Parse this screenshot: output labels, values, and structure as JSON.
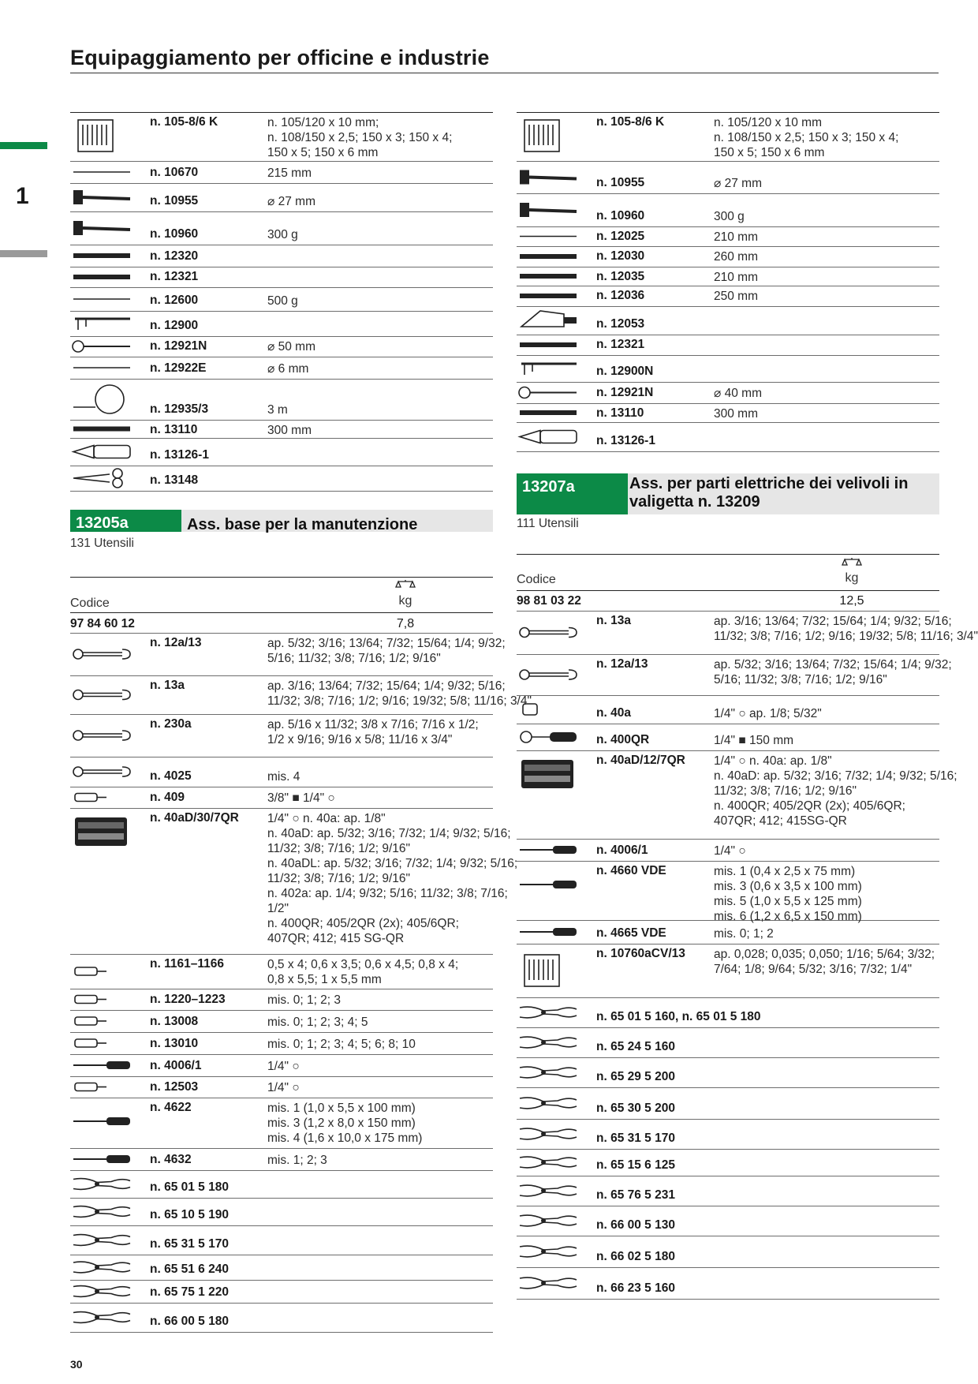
{
  "header": {
    "title": "Equipaggiamento per officine e industrie",
    "chapter": "1"
  },
  "left": {
    "top_items": [
      {
        "code": "n. 105-8/6 K",
        "desc": [
          "n. 105/120 x 10 mm;",
          "n. 108/150 x 2,5; 150 x 3; 150 x 4;",
          "150 x 5; 150 x 6 mm"
        ],
        "icon": "hex-key-set-icon"
      },
      {
        "code": "n. 10670",
        "desc": [
          "215 mm"
        ],
        "icon": "pin-punch-icon"
      },
      {
        "code": "n. 10955",
        "desc": [
          "⌀ 27 mm"
        ],
        "icon": "mallet-icon"
      },
      {
        "code": "n. 10960",
        "desc": [
          "300 g"
        ],
        "icon": "hammer-icon"
      },
      {
        "code": "n. 12320",
        "desc": [
          ""
        ],
        "icon": "file-icon"
      },
      {
        "code": "n. 12321",
        "desc": [
          ""
        ],
        "icon": "file-handle-icon"
      },
      {
        "code": "n. 12600",
        "desc": [
          "500 g"
        ],
        "icon": "pry-bar-icon"
      },
      {
        "code": "n. 12900",
        "desc": [
          ""
        ],
        "icon": "caliper-icon"
      },
      {
        "code": "n. 12921N",
        "desc": [
          "⌀ 50 mm"
        ],
        "icon": "inspection-mirror-icon"
      },
      {
        "code": "n. 12922E",
        "desc": [
          "⌀ 6 mm"
        ],
        "icon": "magnetic-pickup-icon"
      },
      {
        "code": "n. 12935/3",
        "desc": [
          "3 m"
        ],
        "icon": "tape-measure-icon"
      },
      {
        "code": "n. 13110",
        "desc": [
          "300 mm"
        ],
        "icon": "ruler-icon"
      },
      {
        "code": "n. 13126-1",
        "desc": [
          ""
        ],
        "icon": "knife-icon"
      },
      {
        "code": "n. 13148",
        "desc": [
          ""
        ],
        "icon": "scissors-icon"
      }
    ],
    "set": {
      "number": "13205a",
      "name": [
        "Ass. base per la manutenzione"
      ],
      "count": "131 Utensili",
      "code_label": "Codice",
      "kg_label": "kg",
      "order_code": "97 84 60 12",
      "weight": "7,8"
    },
    "items": [
      {
        "code": "n. 12a/13",
        "desc": [
          "ap. 5/32; 3/16; 13/64; 7/32; 15/64; 1/4; 9/32;",
          "5/16; 11/32; 3/8; 7/16; 1/2; 9/16\""
        ],
        "icon": "open-end-wrench-icon"
      },
      {
        "code": "n. 13a",
        "desc": [
          "ap. 3/16; 13/64; 7/32; 15/64; 1/4; 9/32; 5/16;",
          "11/32; 3/8; 7/16; 1/2; 9/16; 19/32; 5/8; 11/16; 3/4\""
        ],
        "icon": "combination-wrench-icon"
      },
      {
        "code": "n. 230a",
        "desc": [
          "ap. 5/16 x 11/32; 3/8 x 7/16; 7/16 x 1/2;",
          "1/2 x 9/16; 9/16 x 5/8; 11/16 x 3/4\""
        ],
        "icon": "ring-wrench-icon"
      },
      {
        "code": "n. 4025",
        "desc": [
          "mis. 4"
        ],
        "icon": "adjustable-wrench-icon"
      },
      {
        "code": "n. 409",
        "desc": [
          "3/8\" ■ 1/4\" ○"
        ],
        "icon": "adapter-icon"
      },
      {
        "code": "n. 40aD/30/7QR",
        "desc": [
          "1/4\" ○ n. 40a: ap. 1/8\"",
          "n. 40aD: ap. 5/32; 3/16; 7/32; 1/4; 9/32; 5/16;",
          "11/32; 3/8; 7/16; 1/2; 9/16\"",
          "n. 40aDL: ap. 5/32; 3/16; 7/32; 1/4; 9/32; 5/16;",
          "11/32; 3/8; 7/16; 1/2; 9/16\"",
          "n. 402a: ap. 1/4; 9/32; 5/16; 11/32; 3/8; 7/16;",
          "1/2\"",
          "n. 400QR; 405/2QR (2x); 405/6QR;",
          "407QR; 412; 415 SG-QR"
        ],
        "icon": "socket-case-icon"
      },
      {
        "code": "n. 1161–1166",
        "desc": [
          "0,5 x 4; 0,6 x 3,5; 0,6 x 4,5; 0,8 x 4;",
          "0,8 x 5,5; 1 x 5,5 mm"
        ],
        "icon": "bit-icon"
      },
      {
        "code": "n. 1220–1223",
        "desc": [
          "mis. 0; 1; 2; 3"
        ],
        "icon": "phillips-bit-icon"
      },
      {
        "code": "n. 13008",
        "desc": [
          "mis. 0; 1; 2; 3; 4; 5"
        ],
        "icon": "torx-bit-icon"
      },
      {
        "code": "n. 13010",
        "desc": [
          "mis. 0; 1; 2; 3; 4; 5; 6; 8; 10"
        ],
        "icon": "hex-bit-icon"
      },
      {
        "code": "n. 4006/1",
        "desc": [
          "1/4\" ○"
        ],
        "icon": "screwdriver-icon"
      },
      {
        "code": "n. 12503",
        "desc": [
          "1/4\" ○"
        ],
        "icon": "bit-holder-icon"
      },
      {
        "code": "n. 4622",
        "desc": [
          "mis. 1 (1,0 x 5,5 x 100 mm)",
          "mis. 3 (1,2 x 8,0 x 150 mm)",
          "mis. 4 (1,6 x 10,0 x 175 mm)"
        ],
        "icon": "flat-screwdriver-icon"
      },
      {
        "code": "n. 4632",
        "desc": [
          "mis. 1; 2; 3"
        ],
        "icon": "cross-screwdriver-icon"
      },
      {
        "code": "n. 65 01 5 180",
        "desc": [
          ""
        ],
        "icon": "combination-pliers-icon"
      },
      {
        "code": "n. 65 10 5 190",
        "desc": [
          ""
        ],
        "icon": "long-nose-pliers-icon"
      },
      {
        "code": "n. 65 31 5 170",
        "desc": [
          ""
        ],
        "icon": "needle-nose-pliers-icon"
      },
      {
        "code": "n. 65 51 6 240",
        "desc": [
          ""
        ],
        "icon": "water-pump-pliers-icon"
      },
      {
        "code": "n. 65 75 1 220",
        "desc": [
          ""
        ],
        "icon": "locking-pliers-icon"
      },
      {
        "code": "n. 66 00 5 180",
        "desc": [
          ""
        ],
        "icon": "side-cutter-icon"
      }
    ]
  },
  "right": {
    "top_items": [
      {
        "code": "n. 105-8/6 K",
        "desc": [
          "n. 105/120 x 10 mm",
          "n. 108/150 x 2,5; 150 x 3; 150 x 4;",
          "150 x 5; 150 x 6 mm"
        ],
        "icon": "hex-key-set-icon"
      },
      {
        "code": "n. 10955",
        "desc": [
          "⌀ 27 mm"
        ],
        "icon": "mallet-icon"
      },
      {
        "code": "n. 10960",
        "desc": [
          "300 g"
        ],
        "icon": "hammer-icon"
      },
      {
        "code": "n. 12025",
        "desc": [
          "210 mm"
        ],
        "icon": "chisel-icon"
      },
      {
        "code": "n. 12030",
        "desc": [
          "260 mm"
        ],
        "icon": "flat-file-icon"
      },
      {
        "code": "n. 12035",
        "desc": [
          "210 mm"
        ],
        "icon": "half-round-file-icon"
      },
      {
        "code": "n. 12036",
        "desc": [
          "250 mm"
        ],
        "icon": "round-file-icon"
      },
      {
        "code": "n. 12053",
        "desc": [
          ""
        ],
        "icon": "hacksaw-icon"
      },
      {
        "code": "n. 12321",
        "desc": [
          ""
        ],
        "icon": "file-handle-icon"
      },
      {
        "code": "n. 12900N",
        "desc": [
          ""
        ],
        "icon": "caliper-icon"
      },
      {
        "code": "n. 12921N",
        "desc": [
          "⌀ 40 mm"
        ],
        "icon": "inspection-mirror-icon"
      },
      {
        "code": "n. 13110",
        "desc": [
          "300 mm"
        ],
        "icon": "ruler-icon"
      },
      {
        "code": "n. 13126-1",
        "desc": [
          ""
        ],
        "icon": "knife-icon"
      }
    ],
    "set": {
      "number": "13207a",
      "name": [
        "Ass. per parti elettriche dei velivoli in",
        "valigetta n. 13209"
      ],
      "count": "111 Utensili",
      "code_label": "Codice",
      "kg_label": "kg",
      "order_code": "98 81 03 22",
      "weight": "12,5"
    },
    "items": [
      {
        "code": "n. 13a",
        "desc": [
          "ap. 3/16; 13/64; 7/32; 15/64; 1/4; 9/32; 5/16;",
          "11/32; 3/8; 7/16; 1/2; 9/16; 19/32; 5/8; 11/16; 3/4\""
        ],
        "icon": "combination-wrench-icon"
      },
      {
        "code": "n. 12a/13",
        "desc": [
          "ap. 5/32; 3/16; 13/64; 7/32; 15/64; 1/4; 9/32;",
          "5/16; 11/32; 3/8; 7/16; 1/2; 9/16\""
        ],
        "icon": "open-end-wrench-icon"
      },
      {
        "code": "n. 40a",
        "desc": [
          "1/4\" ○ ap. 1/8; 5/32\""
        ],
        "icon": "socket-icon"
      },
      {
        "code": "n. 400QR",
        "desc": [
          "1/4\" ■ 150 mm"
        ],
        "icon": "ratchet-icon"
      },
      {
        "code": "n. 40aD/12/7QR",
        "desc": [
          "1/4\" ○ n. 40a: ap. 1/8\"",
          "n. 40aD: ap. 5/32; 3/16; 7/32; 1/4; 9/32; 5/16;",
          "11/32; 3/8; 7/16; 1/2; 9/16\"",
          "n. 400QR; 405/2QR (2x); 405/6QR;",
          "407QR; 412; 415SG-QR"
        ],
        "icon": "socket-case-icon"
      },
      {
        "code": "n. 4006/1",
        "desc": [
          "1/4\" ○"
        ],
        "icon": "screwdriver-icon"
      },
      {
        "code": "n. 4660 VDE",
        "desc": [
          "mis. 1 (0,4 x 2,5 x 75 mm)",
          "mis. 3 (0,6 x 3,5 x 100 mm)",
          "mis. 5 (1,0 x 5,5 x 125 mm)",
          "mis. 6 (1,2 x 6,5 x 150 mm)"
        ],
        "icon": "vde-screwdriver-icon"
      },
      {
        "code": "n. 4665 VDE",
        "desc": [
          "mis. 0; 1; 2"
        ],
        "icon": "vde-cross-screwdriver-icon"
      },
      {
        "code": "n. 10760aCV/13",
        "desc": [
          "ap. 0,028; 0,035; 0,050; 1/16; 5/64; 3/32;",
          "7/64; 1/8; 9/64; 5/32; 3/16; 7/32; 1/4\""
        ],
        "icon": "hex-key-set-icon"
      },
      {
        "code": "n. 65 01 5 160, n. 65 01 5 180",
        "desc": [
          ""
        ],
        "icon": "combination-pliers-icon"
      },
      {
        "code": "n. 65 24 5 160",
        "desc": [
          ""
        ],
        "icon": "flat-nose-pliers-icon"
      },
      {
        "code": "n. 65 29 5 200",
        "desc": [
          ""
        ],
        "icon": "round-nose-pliers-icon"
      },
      {
        "code": "n. 65 30 5 200",
        "desc": [
          ""
        ],
        "icon": "long-nose-pliers-icon"
      },
      {
        "code": "n. 65 31 5 170",
        "desc": [
          ""
        ],
        "icon": "needle-nose-pliers-icon"
      },
      {
        "code": "n. 65 15 6 125",
        "desc": [
          ""
        ],
        "icon": "water-pump-pliers-icon"
      },
      {
        "code": "n. 65 76 5 231",
        "desc": [
          ""
        ],
        "icon": "pipe-pliers-icon"
      },
      {
        "code": "n. 66 00 5 130",
        "desc": [
          ""
        ],
        "icon": "side-cutter-icon"
      },
      {
        "code": "n. 66 02 5 180",
        "desc": [
          ""
        ],
        "icon": "diagonal-cutter-icon"
      },
      {
        "code": "n. 66 23 5 160",
        "desc": [
          ""
        ],
        "icon": "end-cutter-icon"
      }
    ]
  },
  "footer": {
    "page": "30"
  }
}
